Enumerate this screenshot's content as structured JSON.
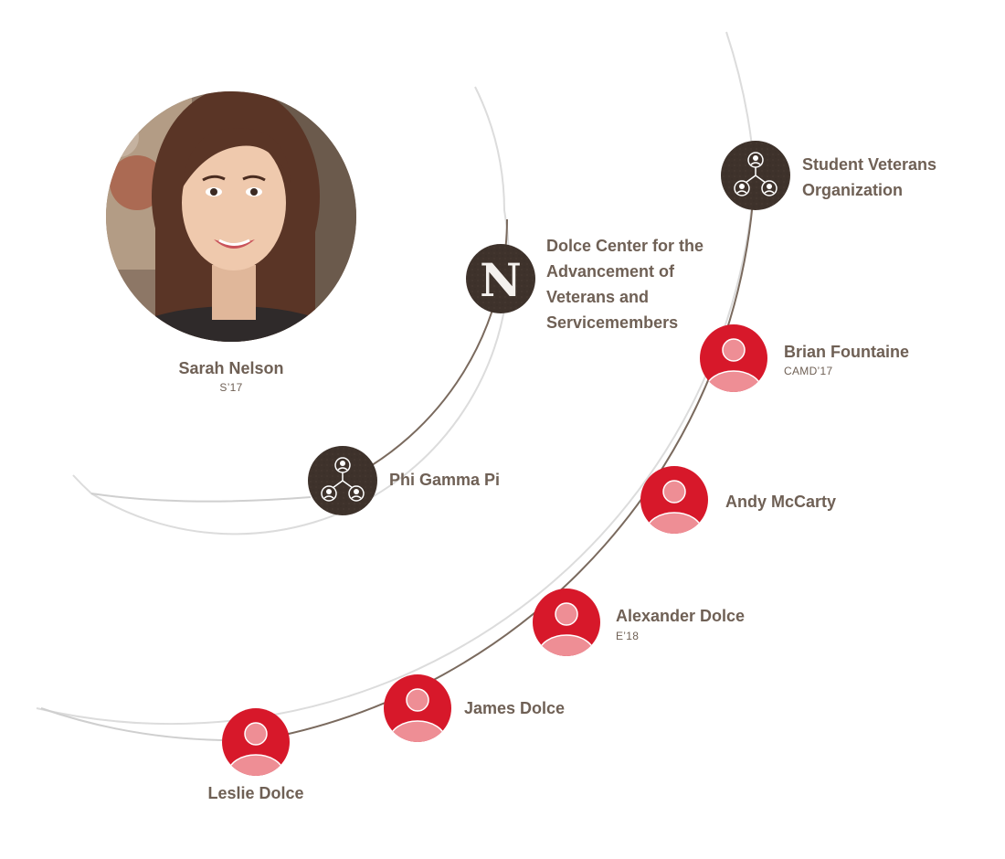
{
  "colors": {
    "ring": "#d8d8d8",
    "connector": "#7a6a5e",
    "group_fill": "#3e322b",
    "person_fill": "#d7182a",
    "person_icon": "#ee8e95",
    "label": "#6f6055"
  },
  "profile": {
    "name": "Sarah Nelson",
    "class_year": "S’17",
    "photo_icon": "portrait-photo"
  },
  "nodes": [
    {
      "id": "dolce-center",
      "kind": "institution",
      "icon": "northeastern-n-logo",
      "logo_text": "N",
      "label_lines": [
        "Dolce Center for the",
        "Advancement of",
        "Veterans and",
        "Servicemembers"
      ],
      "sub": ""
    },
    {
      "id": "phi-gamma-pi",
      "kind": "group",
      "icon": "group-network-icon",
      "label_lines": [
        "Phi Gamma Pi"
      ],
      "sub": ""
    },
    {
      "id": "student-veterans",
      "kind": "group",
      "icon": "group-network-icon",
      "label_lines": [
        "Student Veterans",
        "Organization"
      ],
      "sub": ""
    },
    {
      "id": "brian-fountaine",
      "kind": "person",
      "icon": "person-icon",
      "label_lines": [
        "Brian Fountaine"
      ],
      "sub": "CAMD’17"
    },
    {
      "id": "andy-mccarty",
      "kind": "person",
      "icon": "person-icon",
      "label_lines": [
        "Andy McCarty"
      ],
      "sub": ""
    },
    {
      "id": "alexander-dolce",
      "kind": "person",
      "icon": "person-icon",
      "label_lines": [
        "Alexander Dolce"
      ],
      "sub": "E’18"
    },
    {
      "id": "james-dolce",
      "kind": "person",
      "icon": "person-icon",
      "label_lines": [
        "James Dolce"
      ],
      "sub": ""
    },
    {
      "id": "leslie-dolce",
      "kind": "person",
      "icon": "person-icon",
      "label_lines": [
        "Leslie Dolce"
      ],
      "sub": ""
    }
  ]
}
